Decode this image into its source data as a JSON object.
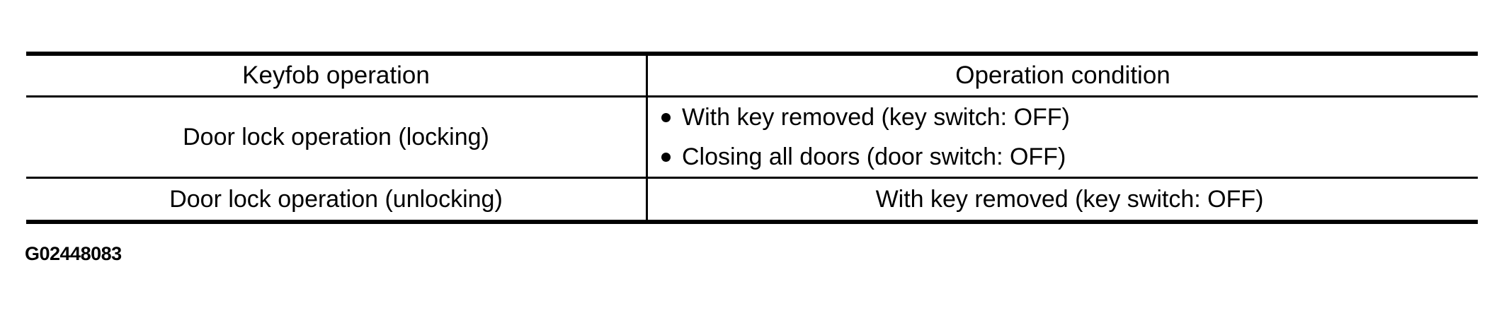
{
  "table": {
    "headers": [
      {
        "label": "Keyfob operation"
      },
      {
        "label": "Operation condition"
      }
    ],
    "rows": [
      {
        "operation": "Door lock operation (locking)",
        "bulleted": true,
        "conditions": [
          "With key removed (key switch: OFF)",
          "Closing all doors (door switch: OFF)"
        ]
      },
      {
        "operation": "Door lock operation (unlocking)",
        "bulleted": false,
        "conditions": [
          "With key removed (key switch: OFF)"
        ]
      }
    ]
  },
  "figure_id": "G02448083",
  "colors": {
    "line": "#000000",
    "text": "#000000",
    "background": "#ffffff"
  }
}
